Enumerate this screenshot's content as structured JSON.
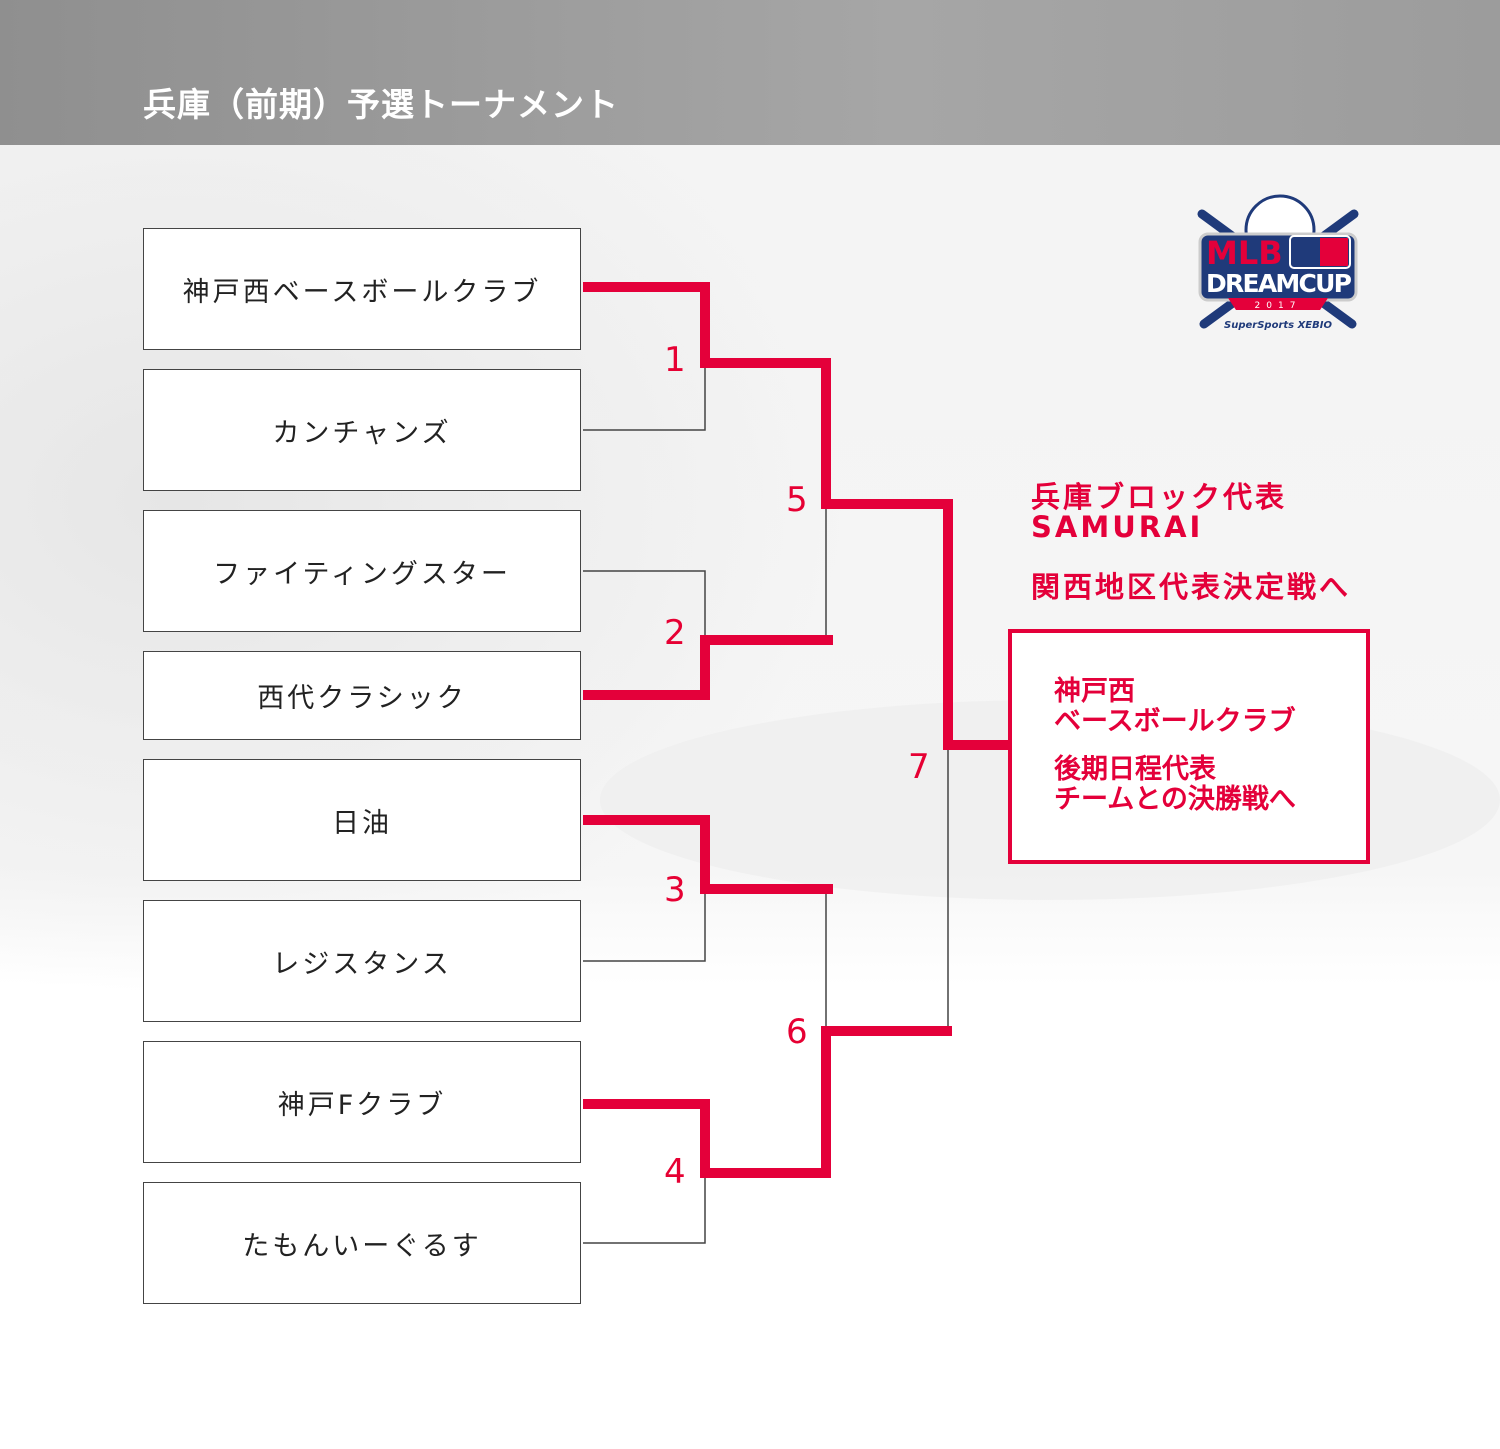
{
  "title": "兵庫（前期）予選トーナメント",
  "teams": [
    "神戸西ベースボールクラブ",
    "カンチャンズ",
    "ファイティングスター",
    "西代クラシック",
    "日油",
    "レジスタンス",
    "神戸Fクラブ",
    "たもんいーぐるす"
  ],
  "match_numbers": [
    "1",
    "2",
    "3",
    "4",
    "5",
    "6",
    "7"
  ],
  "representative": {
    "line1": "兵庫ブロック代表",
    "line2": "SAMURAI",
    "line3": "関西地区代表決定戦へ"
  },
  "winner_box": {
    "line1": "神戸西",
    "line2": "ベースボールクラブ",
    "line3": "後期日程代表",
    "line4": "チームとの決勝戦へ"
  },
  "logo": {
    "line1": "MLB",
    "line2": "DREAMCUP",
    "year": "2017",
    "sponsor": "SuperSports XEBIO"
  },
  "colors": {
    "accent": "#e4003a",
    "header": "#9a9a9a"
  }
}
